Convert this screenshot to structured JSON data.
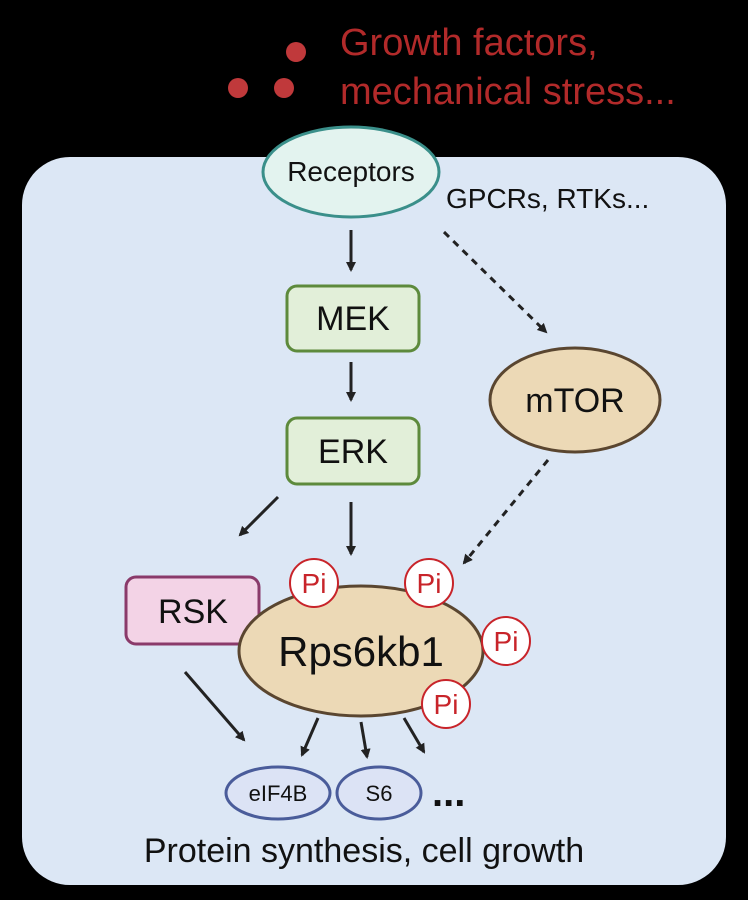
{
  "stimulus": {
    "line1": "Growth factors,",
    "line2": "mechanical stress...",
    "color": "#b22a2a",
    "dot_color": "#c0393b"
  },
  "cell": {
    "fill": "#dce7f5"
  },
  "nodes": {
    "receptors": {
      "label": "Receptors",
      "fill": "#e3f3ef",
      "stroke": "#3a8f8a"
    },
    "receptor_types": {
      "label": "GPCRs, RTKs..."
    },
    "mek": {
      "label": "MEK",
      "fill": "#e2efd9",
      "stroke": "#5d8a3c"
    },
    "erk": {
      "label": "ERK",
      "fill": "#e2efd9",
      "stroke": "#5d8a3c"
    },
    "mtor": {
      "label": "mTOR",
      "fill": "#ecd9b6",
      "stroke": "#5a4630"
    },
    "rsk": {
      "label": "RSK",
      "fill": "#f3d3e6",
      "stroke": "#8a3a6a"
    },
    "rps6kb1": {
      "label": "Rps6kb1",
      "fill": "#ecd9b6",
      "stroke": "#5a4630"
    },
    "eif4b": {
      "label": "eIF4B",
      "fill": "#dce3f5",
      "stroke": "#4a5c9a"
    },
    "s6": {
      "label": "S6",
      "fill": "#dce3f5",
      "stroke": "#4a5c9a"
    },
    "more": {
      "label": "..."
    }
  },
  "phospho": {
    "label": "Pi",
    "color": "#c8242a"
  },
  "outcome": {
    "label": "Protein synthesis, cell growth"
  }
}
